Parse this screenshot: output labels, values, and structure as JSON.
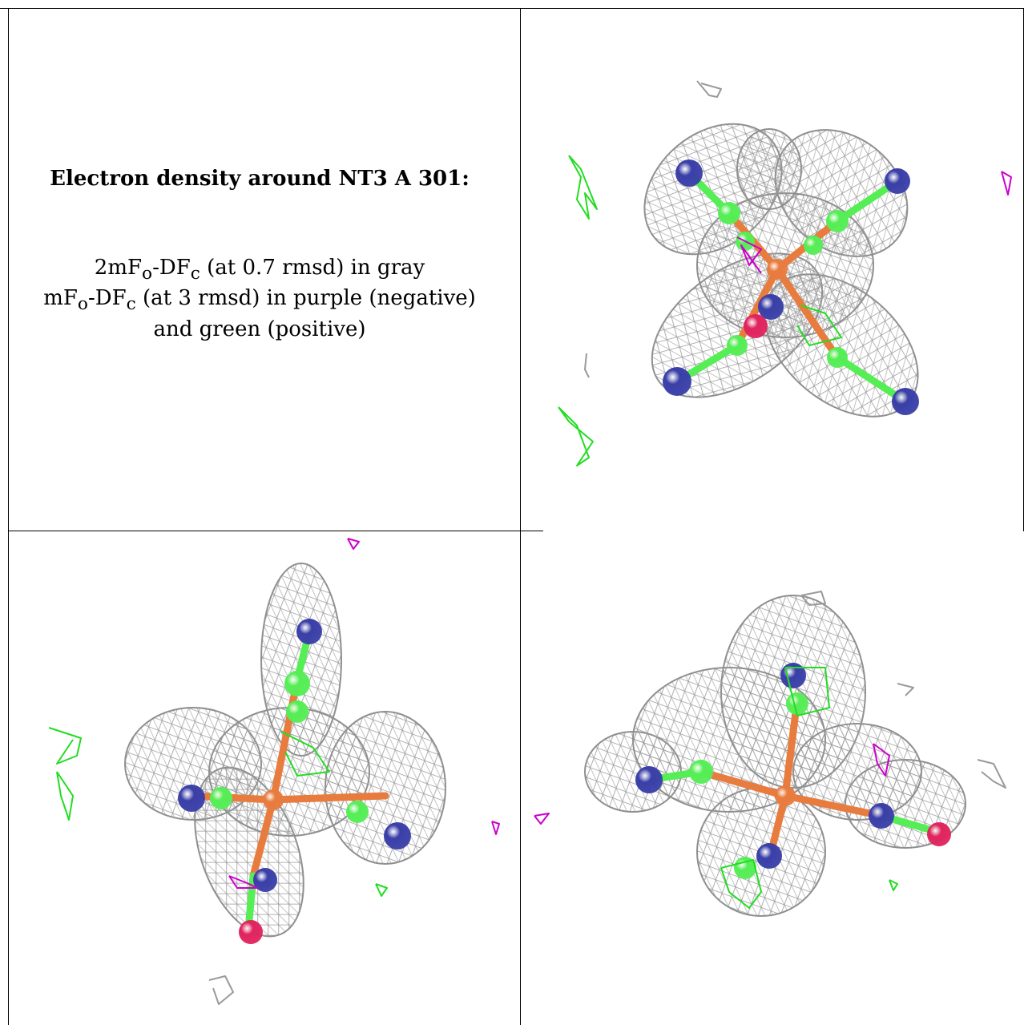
{
  "caption": {
    "title": "Electron density around NT3 A 301:",
    "line1": {
      "a": "2mF",
      "a_sub": "o",
      "b": "-DF",
      "b_sub": "c",
      "rest": " (at 0.7 rmsd) in gray"
    },
    "line2": {
      "a": "mF",
      "a_sub": "o",
      "b": "-DF",
      "b_sub": "c",
      "rest": " (at 3 rmsd) in purple (negative)"
    },
    "line3": "and green (positive)"
  },
  "colors": {
    "mesh_gray": "#9a9a9a",
    "mesh_purple": "#cc00cc",
    "mesh_green": "#22dd22",
    "atom_blue": "#3a3fa8",
    "atom_green": "#55ee55",
    "atom_orange": "#e87c3e",
    "atom_red": "#e0245e"
  },
  "panels": [
    {
      "name": "view-top-right"
    },
    {
      "name": "view-bottom-left"
    },
    {
      "name": "view-bottom-right"
    }
  ]
}
